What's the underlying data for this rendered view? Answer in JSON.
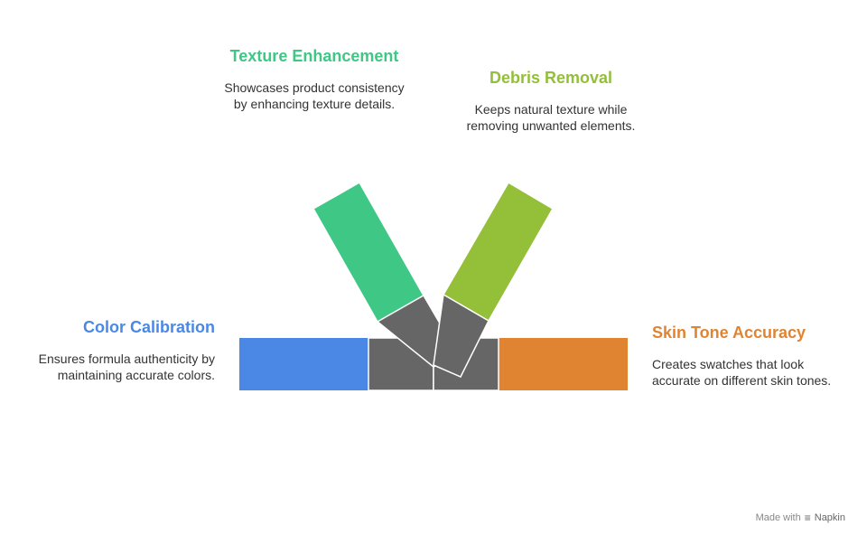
{
  "colors": {
    "texture": "#3ec785",
    "debris": "#93bf39",
    "color_calibration": "#4b88e5",
    "skin_tone": "#e08431",
    "joint": "#666666"
  },
  "texture": {
    "title": "Texture Enhancement",
    "description": "Showcases product consistency by enhancing texture details."
  },
  "debris": {
    "title": "Debris Removal",
    "description": "Keeps natural texture while removing unwanted elements."
  },
  "color_calibration": {
    "title": "Color Calibration",
    "description": "Ensures formula authenticity by maintaining accurate colors."
  },
  "skin_tone": {
    "title": "Skin Tone Accuracy",
    "description": "Creates swatches that look accurate on different skin tones."
  },
  "footer": {
    "made_with": "Made with",
    "brand": "Napkin",
    "icon": "napkin-logo-icon"
  }
}
